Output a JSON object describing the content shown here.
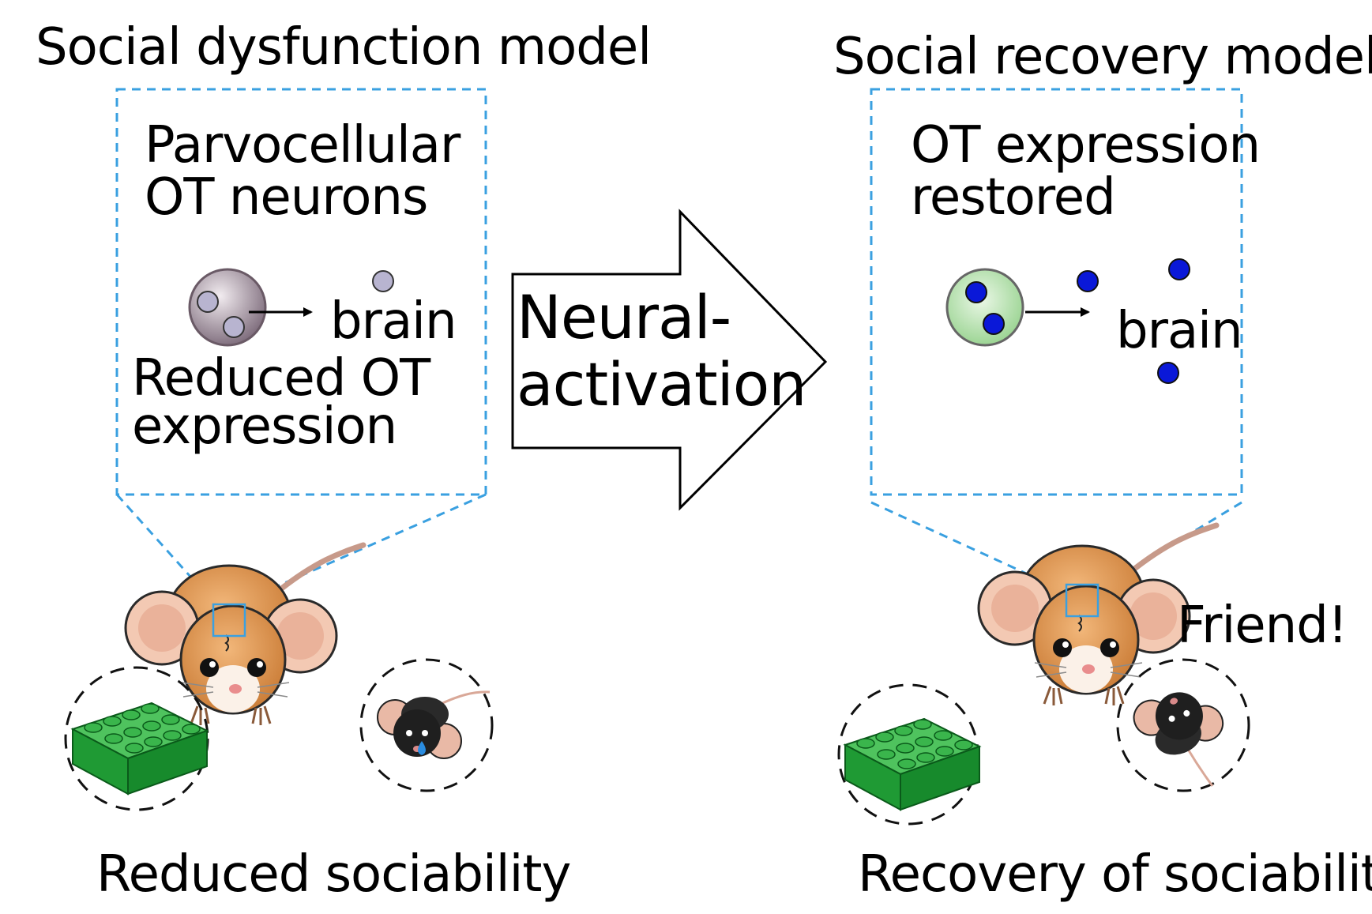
{
  "left_panel": {
    "title": "Social dysfunction model",
    "box_line1": "Parvocellular",
    "box_line2": "OT neurons",
    "brain_label": "brain",
    "reduced_line1": "Reduced OT",
    "reduced_line2": "expression",
    "caption": "Reduced sociability"
  },
  "arrow": {
    "line1": "Neural-",
    "line2": "activation"
  },
  "right_panel": {
    "title": "Social recovery model",
    "box_line1": "OT expression",
    "box_line2": "restored",
    "brain_label": "brain",
    "speech": "Friend!",
    "caption": "Recovery of sociability"
  },
  "colors": {
    "dashed_box": "#3aa0e0",
    "reduced_neuron": "#8a7888",
    "restored_neuron": "#a8d8a0",
    "reduced_vesicle": "#b8b4d0",
    "restored_vesicle": "#0a18d8",
    "mouse_fur": "#d9904a",
    "black_mouse": "#1f1f1f",
    "lego_green": "#1fa23a"
  },
  "icons": [
    "mouse-icon",
    "black-mouse-icon",
    "lego-brick-icon",
    "tear-icon"
  ]
}
